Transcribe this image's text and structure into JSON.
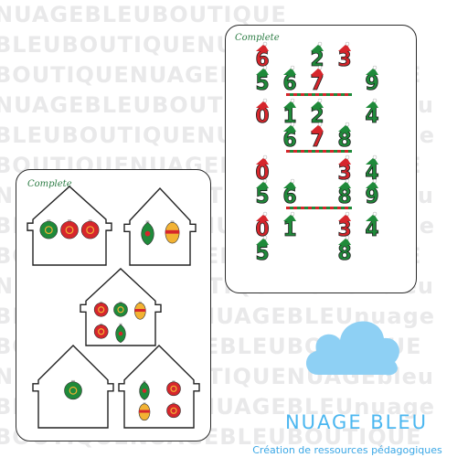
{
  "watermark": {
    "lines": [
      "NUAGEBLEUBOUTIQUE",
      "BLEUBOUTIQUENUAGEBLEU",
      "BOUTIQUENUAGEBLEUBOUTIQUE",
      "NUAGEBLEUBOUTIQUENUAGEbleu",
      "BLEUBOUTIQUENUAGEBLEUnuage",
      "BOUTIQUENUAGEBLEUBOUTIQUE",
      "NUAGEBLEUBOUTIQUENUAGEbleu",
      "BLEUBOUTIQUENUAGEBLEUnuage",
      "BOUTIQUENUAGEBLEUBOUTIQUE",
      "NUAGEBLEUBOUTIQUENUAGEbleu",
      "BLEUBOUTIQUENUAGEBLEUnuage",
      "BOUTIQUENUAGEBLEUBOUTIQUE",
      "NUAGEBLEUBOUTIQUENUAGEbleu",
      "BLEUBOUTIQUENUAGEBLEUnuage",
      "BOUTIQUENUAGEBLEUBOUTIQUE"
    ]
  },
  "left_card": {
    "label": "Complete",
    "houses": [
      {
        "ornaments": [
          "green-round",
          "red-round",
          "red-round"
        ]
      },
      {
        "ornaments": [
          "green-drop",
          "yellow-oval"
        ]
      },
      {
        "ornaments": [
          "red-round",
          "green-round",
          "yellow-oval",
          "red-round",
          "green-drop"
        ]
      },
      {
        "ornaments": [
          "green-round"
        ]
      },
      {
        "ornaments": [
          "green-drop",
          "red-round",
          "yellow-oval",
          "red-round"
        ]
      }
    ]
  },
  "right_card": {
    "label": "Complete",
    "rows": [
      {
        "cells": [
          "6",
          "",
          "2",
          "3",
          ""
        ]
      },
      {
        "cells": [
          "5",
          "6",
          "7",
          "",
          "9"
        ]
      },
      {
        "divider": true
      },
      {
        "cells": [
          "0",
          "1",
          "2",
          "",
          "4"
        ]
      },
      {
        "cells": [
          "",
          "6",
          "7",
          "8",
          ""
        ]
      },
      {
        "divider": true
      },
      {
        "cells": [
          "0",
          "",
          "",
          "3",
          "4"
        ]
      },
      {
        "cells": [
          "5",
          "6",
          "",
          "8",
          "9"
        ]
      },
      {
        "divider": true
      },
      {
        "cells": [
          "0",
          "1",
          "",
          "3",
          "4"
        ]
      },
      {
        "cells": [
          "5",
          "",
          "",
          "8",
          ""
        ]
      }
    ]
  },
  "brand": {
    "title": "NUAGE BLEU",
    "subtitle": "Création de ressources pédagogiques"
  },
  "colors": {
    "green": "#1f8a3a",
    "red": "#d6262c",
    "yellow": "#f2b233",
    "brand_blue": "#4cb7f0",
    "cloud_blue": "#8ed0f4"
  }
}
